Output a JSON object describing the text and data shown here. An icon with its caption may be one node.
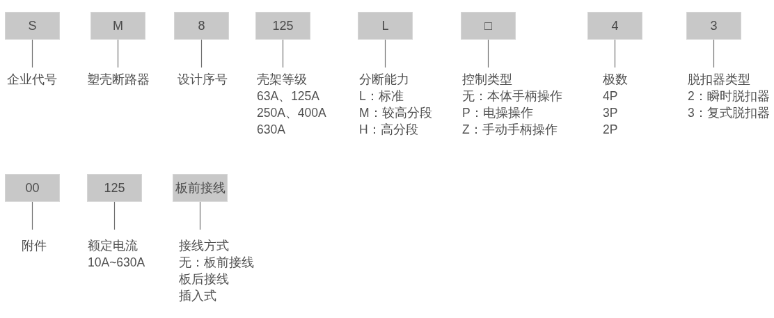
{
  "diagram": {
    "nodes": [
      {
        "text": [
          "S"
        ]
      },
      {
        "text": [
          "M"
        ]
      },
      {
        "text": [
          "8"
        ]
      },
      {
        "text": [
          "125"
        ]
      },
      {
        "text": [
          "L"
        ]
      },
      {
        "text": [
          "□"
        ]
      },
      {
        "text": [
          "4"
        ]
      },
      {
        "text": [
          "3"
        ]
      },
      {
        "text": [
          "企业代号"
        ]
      },
      {
        "text": [
          "塑壳断路器"
        ]
      },
      {
        "text": [
          "设计序号"
        ]
      },
      {
        "text": [
          "壳架等级",
          "63A、125A",
          "250A、400A",
          "630A"
        ]
      },
      {
        "text": [
          "分断能力",
          "L：标准",
          "M：较高分段",
          "H：高分段"
        ]
      },
      {
        "text": [
          "控制类型",
          "无：本体手柄操作",
          "P：电操操作",
          "Z：手动手柄操作"
        ]
      },
      {
        "text": [
          "极数",
          "4P",
          "3P",
          "2P"
        ]
      },
      {
        "text": [
          "脱扣器类型",
          "2：瞬时脱扣器",
          "3：复式脱扣器"
        ]
      },
      {
        "text": [
          "00"
        ]
      },
      {
        "text": [
          "125"
        ]
      },
      {
        "text": [
          "板前接线"
        ]
      },
      {
        "text": [
          "附件"
        ]
      },
      {
        "text": [
          "额定电流",
          "10A~630A"
        ]
      },
      {
        "text": [
          "接线方式",
          "无：板前接线",
          "板后接线",
          "插入式"
        ]
      }
    ],
    "edges": [
      {
        "from": 0,
        "to": 8,
        "arrow": "none"
      },
      {
        "from": 1,
        "to": 9,
        "arrow": "none"
      },
      {
        "from": 2,
        "to": 10,
        "arrow": "none"
      },
      {
        "from": 3,
        "to": 11,
        "arrow": "none"
      },
      {
        "from": 4,
        "to": 12,
        "arrow": "none"
      },
      {
        "from": 5,
        "to": 13,
        "arrow": "none"
      },
      {
        "from": 6,
        "to": 14,
        "arrow": "none"
      },
      {
        "from": 7,
        "to": 15,
        "arrow": "none"
      },
      {
        "from": 16,
        "to": 19,
        "arrow": "none"
      },
      {
        "from": 17,
        "to": 20,
        "arrow": "none"
      },
      {
        "from": 18,
        "to": 21,
        "arrow": "none"
      }
    ]
  }
}
